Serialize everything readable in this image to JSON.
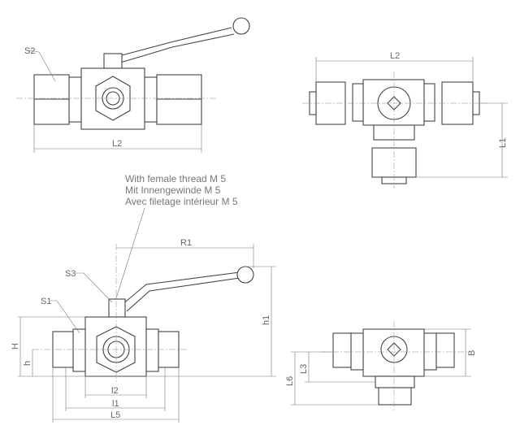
{
  "top_left_view": {
    "s2": "S2",
    "l2": "L2"
  },
  "top_right_view": {
    "l2": "L2",
    "l1": "L1"
  },
  "note": {
    "lines": [
      "With female thread M 5",
      "Mit Innengewinde M 5",
      "Avec filetage intérieur M 5"
    ]
  },
  "bottom_left_view": {
    "r1": "R1",
    "s3": "S3",
    "s1": "S1",
    "H": "H",
    "h": "h",
    "h1": "h1",
    "l2": "l2",
    "l1": "l1",
    "L5": "L5"
  },
  "bottom_right_view": {
    "l6": "L6",
    "l3": "L3",
    "b": "B"
  }
}
